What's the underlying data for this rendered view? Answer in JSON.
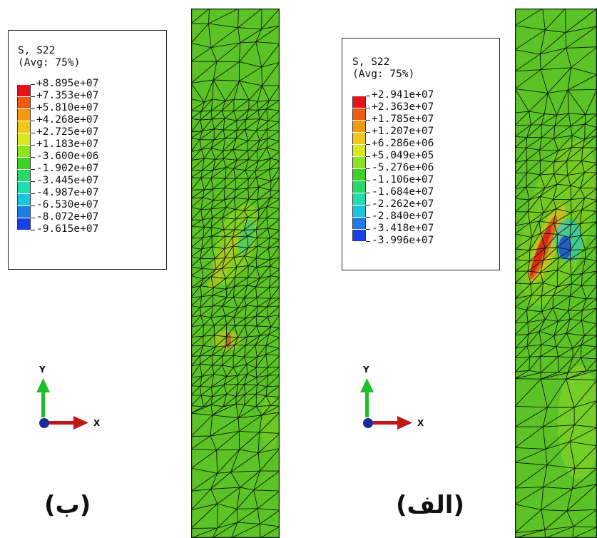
{
  "panels": [
    {
      "id": "b",
      "label": "(ب)",
      "legend": {
        "title_line1": "S, S22",
        "title_line2": "(Avg: 75%)",
        "values": [
          "+8.895e+07",
          "+7.353e+07",
          "+5.810e+07",
          "+4.268e+07",
          "+2.725e+07",
          "+1.183e+07",
          "-3.600e+06",
          "-1.902e+07",
          "-3.445e+07",
          "-4.987e+07",
          "-6.530e+07",
          "-8.072e+07",
          "-9.615e+07"
        ]
      },
      "axes": {
        "y_label": "Y",
        "x_label": "X"
      }
    },
    {
      "id": "alef",
      "label": "(الف)",
      "legend": {
        "title_line1": "S, S22",
        "title_line2": "(Avg: 75%)",
        "values": [
          "+2.941e+07",
          "+2.363e+07",
          "+1.785e+07",
          "+1.207e+07",
          "+6.286e+06",
          "+5.049e+05",
          "-5.276e+06",
          "-1.106e+07",
          "-1.684e+07",
          "-2.262e+07",
          "-2.840e+07",
          "-3.418e+07",
          "-3.996e+07"
        ]
      },
      "axes": {
        "y_label": "Y",
        "x_label": "X"
      }
    }
  ],
  "colormap": [
    "#e8131a",
    "#ee5a10",
    "#f59a10",
    "#f2c817",
    "#d8e81c",
    "#8ee41c",
    "#3cd227",
    "#27d86a",
    "#20dcae",
    "#1cc4e0",
    "#1c7ce8",
    "#1b3fe6",
    "#0e0ecf"
  ],
  "mesh_base_color": "#5cc326",
  "mesh_line_color": "#0d1a0d"
}
